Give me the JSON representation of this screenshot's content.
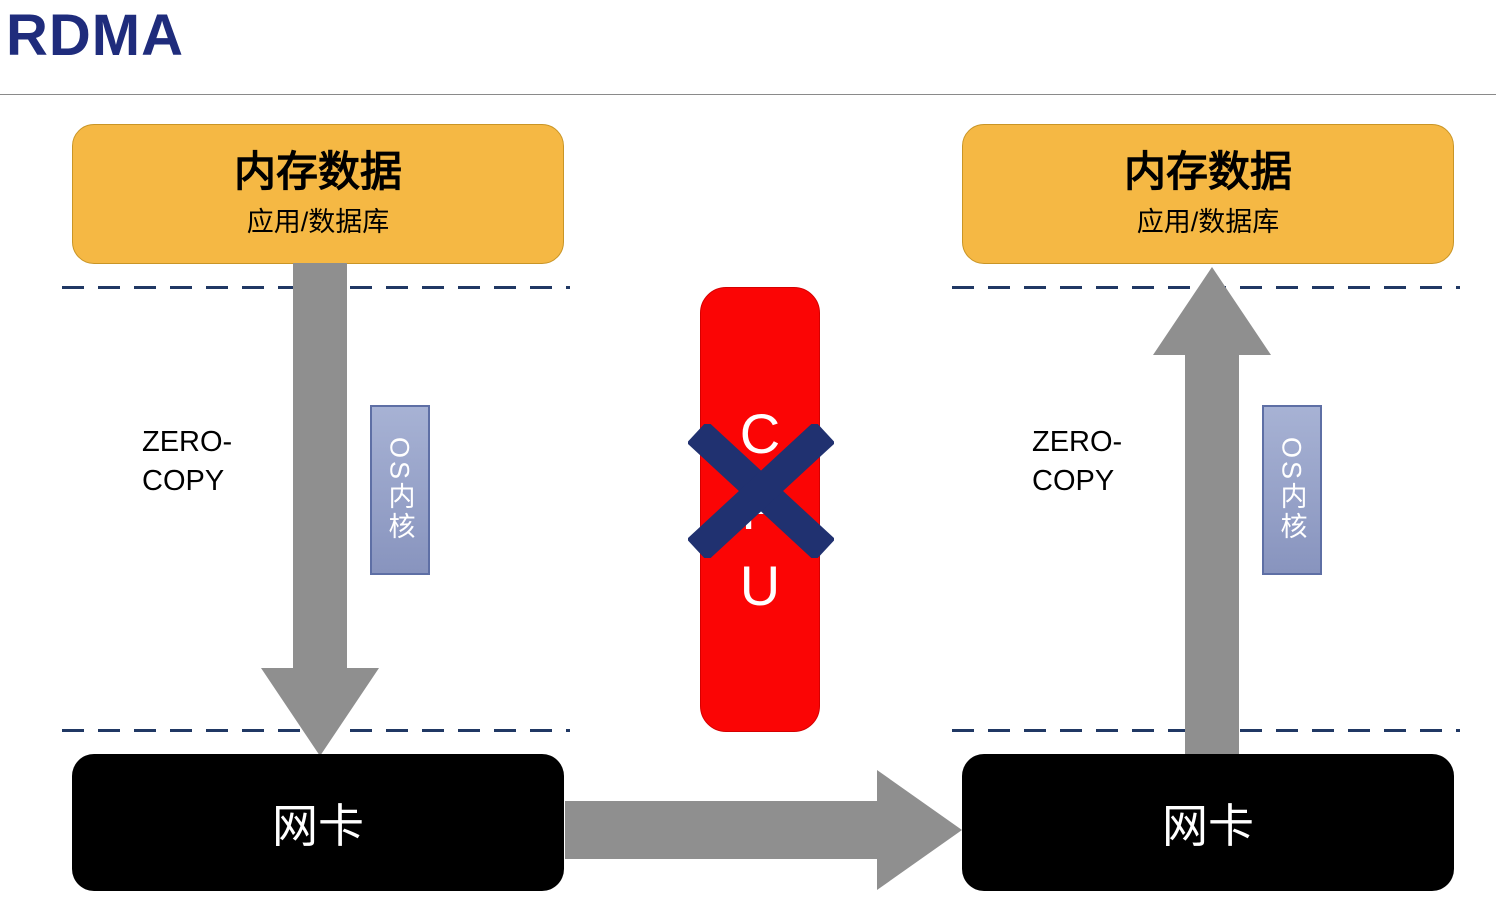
{
  "title": "RDMA",
  "left": {
    "memory_title": "内存数据",
    "memory_subtitle": "应用/数据库",
    "zero_copy_line1": "ZERO-",
    "zero_copy_line2": "COPY",
    "os_kernel": "OS内核",
    "nic": "网卡"
  },
  "right": {
    "memory_title": "内存数据",
    "memory_subtitle": "应用/数据库",
    "zero_copy_line1": "ZERO-",
    "zero_copy_line2": "COPY",
    "os_kernel": "OS内核",
    "nic": "网卡"
  },
  "cpu": {
    "letters": [
      "C",
      "P",
      "U"
    ]
  },
  "colors": {
    "title_navy": "#1F2C7C",
    "box_orange": "#F5B844",
    "arrow_gray": "#8F8F8F",
    "dash_navy": "#203864",
    "os_badge_blue": "#97A3C9",
    "cpu_red": "#FB0505",
    "cross_navy": "#203170",
    "nic_black": "#000000"
  }
}
